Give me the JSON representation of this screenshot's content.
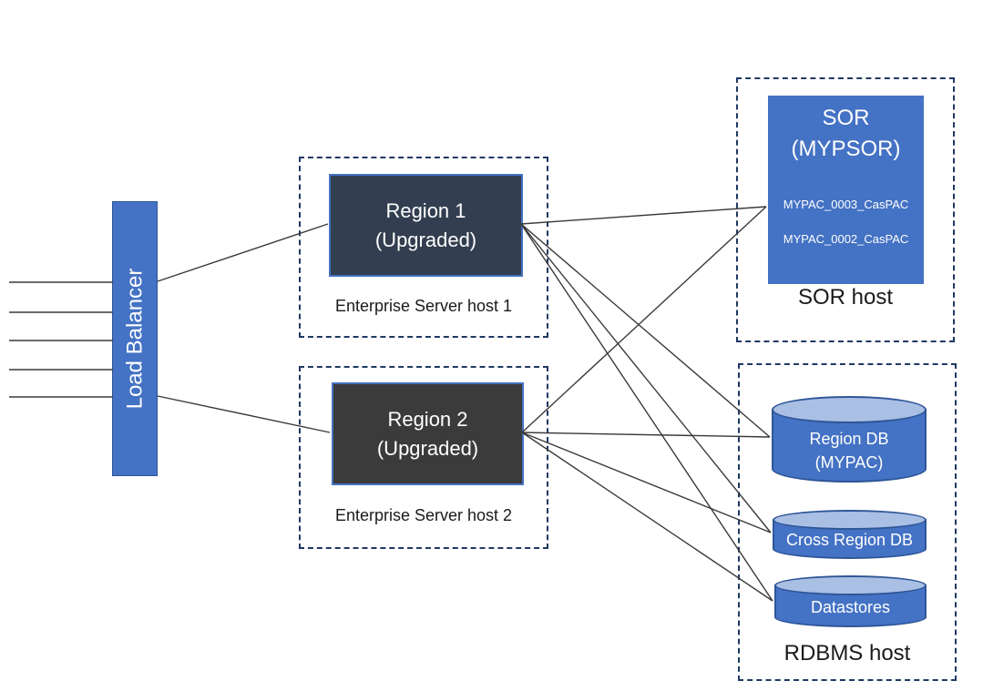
{
  "diagram": {
    "load_balancer": {
      "label": "Load Balancer"
    },
    "incoming_request_line_count": 5,
    "enterprise_host_1": {
      "region_label": "Region 1\n(Upgraded)",
      "host_label": "Enterprise Server host 1"
    },
    "enterprise_host_2": {
      "region_label": "Region 2\n(Upgraded)",
      "host_label": "Enterprise Server host 2"
    },
    "sor_host": {
      "sor_label": "SOR\n(MYPSOR)",
      "pac_items": [
        "MYPAC_0003_CasPAC",
        "MYPAC_0002_CasPAC"
      ],
      "host_label": "SOR host"
    },
    "rdbms_host": {
      "databases": [
        {
          "id": "region-db",
          "label": "Region DB\n(MYPAC)"
        },
        {
          "id": "cross-region-db",
          "label": "Cross Region DB"
        },
        {
          "id": "datastores",
          "label": "Datastores"
        }
      ],
      "host_label": "RDBMS host"
    },
    "connections": [
      {
        "from": "load-balancer",
        "to": "region-1"
      },
      {
        "from": "load-balancer",
        "to": "region-2"
      },
      {
        "from": "region-1",
        "to": "sor"
      },
      {
        "from": "region-1",
        "to": "region-db"
      },
      {
        "from": "region-1",
        "to": "cross-region-db"
      },
      {
        "from": "region-1",
        "to": "datastores"
      },
      {
        "from": "region-2",
        "to": "sor"
      },
      {
        "from": "region-2",
        "to": "region-db"
      },
      {
        "from": "region-2",
        "to": "cross-region-db"
      },
      {
        "from": "region-2",
        "to": "datastores"
      }
    ],
    "colors": {
      "accent_blue": "#4472C4",
      "cylinder_top": "#A9BFE4",
      "cylinder_border": "#2E5597",
      "region_1_fill": "#333F50",
      "region_2_fill": "#3B3B3B",
      "region_border": "#4472C4",
      "host_border": "#1F3864",
      "connector": "#3A3A3A",
      "text_light": "#FFFFFF",
      "text_dark": "#1A1A1A"
    }
  }
}
